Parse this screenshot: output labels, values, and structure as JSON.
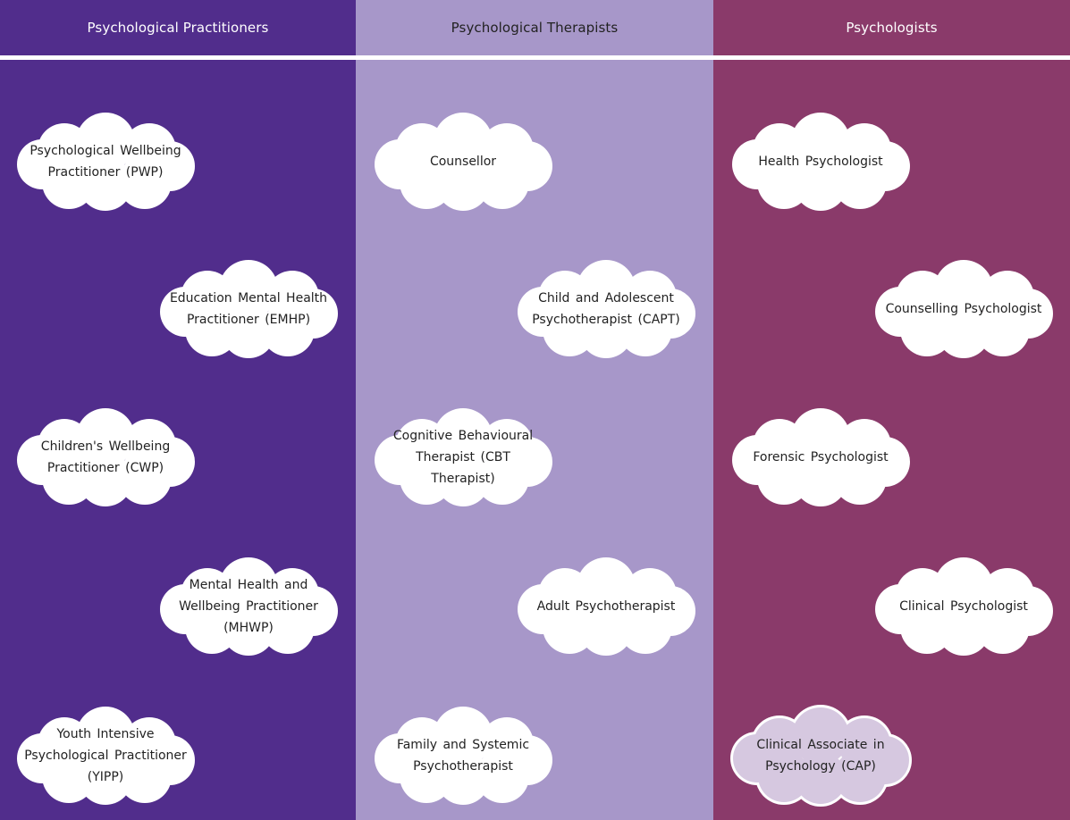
{
  "columns": [
    {
      "header": "Psychological Practitioners",
      "bg": "#512d8c",
      "header_color": "#ffffff"
    },
    {
      "header": "Psychological Therapists",
      "bg": "#a797c9",
      "header_color": "#222222"
    },
    {
      "header": "Psychologists",
      "bg": "#8a3a6a",
      "header_color": "#ffffff"
    }
  ],
  "practitioners": [
    "Psychological Wellbeing Practitioner (PWP)",
    "Education Mental Health Practitioner (EMHP)",
    "Children's Wellbeing Practitioner (CWP)",
    "Mental Health and Wellbeing Practitioner (MHWP)",
    "Youth Intensive Psychological Practitioner (YIPP)"
  ],
  "therapists": [
    "Counsellor",
    "Child and Adolescent Psychotherapist (CAPT)",
    "Cognitive Behavioural Therapist (CBT Therapist)",
    "Adult Psychotherapist",
    "Family and Systemic Psychotherapist"
  ],
  "psychologists": [
    "Health Psychologist",
    "Counselling Psychologist",
    "Forensic Psychologist",
    "Clinical Psychologist",
    "Clinical Associate in Psychology (CAP)"
  ],
  "colors": {
    "cloud_fill": "#ffffff",
    "cloud_highlight_fill": "#d6c8e0",
    "cloud_highlight_stroke": "#ffffff"
  }
}
